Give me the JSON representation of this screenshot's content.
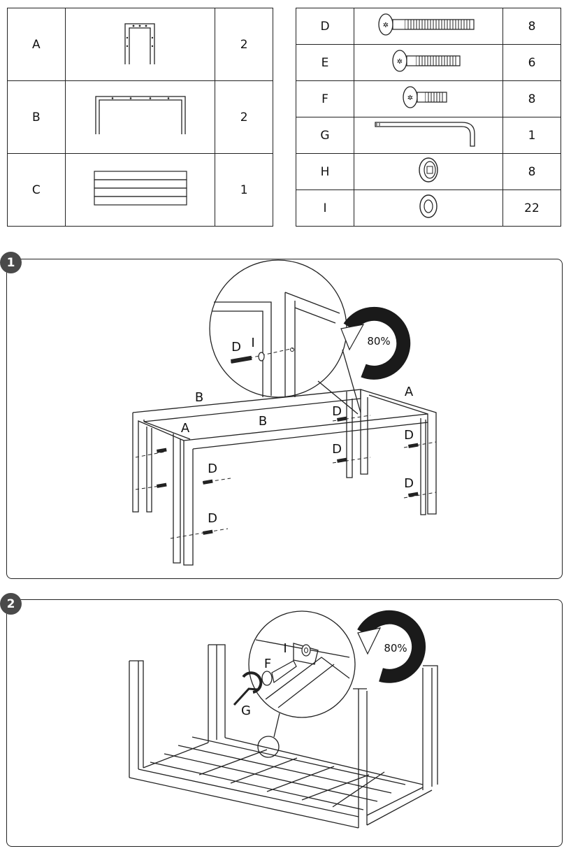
{
  "parts_left": [
    {
      "id": "A",
      "icon": "frame-leg-icon",
      "qty": "2"
    },
    {
      "id": "B",
      "icon": "side-rail-icon",
      "qty": "2"
    },
    {
      "id": "C",
      "icon": "tabletop-slats-icon",
      "qty": "1"
    }
  ],
  "parts_right": [
    {
      "id": "D",
      "icon": "long-screw-icon",
      "qty": "8"
    },
    {
      "id": "E",
      "icon": "medium-screw-icon",
      "qty": "6"
    },
    {
      "id": "F",
      "icon": "short-screw-icon",
      "qty": "8"
    },
    {
      "id": "G",
      "icon": "allen-key-icon",
      "qty": "1"
    },
    {
      "id": "H",
      "icon": "barrel-nut-icon",
      "qty": "8"
    },
    {
      "id": "I",
      "icon": "washer-icon",
      "qty": "22"
    }
  ],
  "step1": {
    "number": "1",
    "torque": "80%",
    "callouts": {
      "zoom_d": "D",
      "zoom_i": "I",
      "b": "B",
      "a": "A",
      "d": "D"
    }
  },
  "step2": {
    "number": "2",
    "torque": "80%",
    "callouts": {
      "i": "I",
      "f": "F",
      "g": "G"
    }
  }
}
